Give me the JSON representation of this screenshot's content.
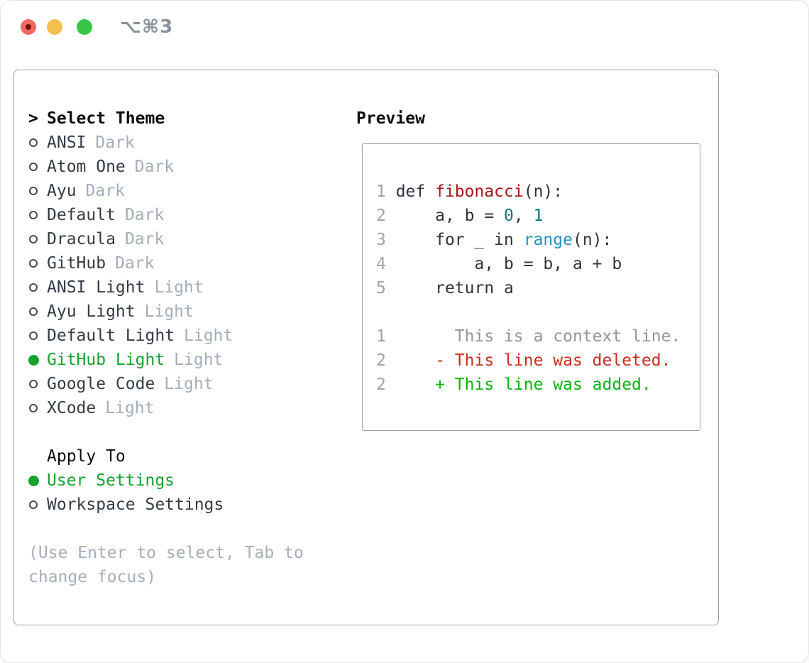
{
  "window": {
    "title": "⌥⌘3",
    "traffic_lights": {
      "close": "#ed6a5e",
      "minimize": "#f5bf4e",
      "zoom": "#38c546"
    }
  },
  "colors": {
    "accent_green": "#14a32c",
    "added_green": "#04b409",
    "deleted_red": "#cb2b1d",
    "function_red": "#a61616",
    "number_teal": "#13767c",
    "builtin_blue": "#2390c8",
    "muted_gray": "#a5adb9",
    "panel_border": "#9aa1ac"
  },
  "theme_panel": {
    "header": {
      "prefix": ">",
      "label": "Select Theme"
    },
    "themes": [
      {
        "name": "ANSI",
        "variant": "Dark",
        "selected": false
      },
      {
        "name": "Atom One",
        "variant": "Dark",
        "selected": false
      },
      {
        "name": "Ayu",
        "variant": "Dark",
        "selected": false
      },
      {
        "name": "Default",
        "variant": "Dark",
        "selected": false
      },
      {
        "name": "Dracula",
        "variant": "Dark",
        "selected": false
      },
      {
        "name": "GitHub",
        "variant": "Dark",
        "selected": false
      },
      {
        "name": "ANSI Light",
        "variant": "Light",
        "selected": false
      },
      {
        "name": "Ayu Light",
        "variant": "Light",
        "selected": false
      },
      {
        "name": "Default Light",
        "variant": "Light",
        "selected": false
      },
      {
        "name": "GitHub Light",
        "variant": "Light",
        "selected": true
      },
      {
        "name": "Google Code",
        "variant": "Light",
        "selected": false
      },
      {
        "name": "XCode",
        "variant": "Light",
        "selected": false
      }
    ],
    "apply_to": {
      "label": "Apply To",
      "options": [
        {
          "label": "User Settings",
          "selected": true
        },
        {
          "label": "Workspace Settings",
          "selected": false
        }
      ]
    },
    "hint_lines": [
      "(Use Enter to select, Tab to",
      "change focus)"
    ]
  },
  "preview": {
    "label": "Preview",
    "lines": [
      {
        "num": "1",
        "tokens": [
          {
            "t": "def ",
            "c": "plain"
          },
          {
            "t": "fibonacci",
            "c": "def"
          },
          {
            "t": "(n):",
            "c": "plain"
          }
        ]
      },
      {
        "num": "2",
        "tokens": [
          {
            "t": "    a, b = ",
            "c": "plain"
          },
          {
            "t": "0",
            "c": "num"
          },
          {
            "t": ", ",
            "c": "plain"
          },
          {
            "t": "1",
            "c": "num"
          }
        ]
      },
      {
        "num": "3",
        "tokens": [
          {
            "t": "    for _ in ",
            "c": "plain"
          },
          {
            "t": "range",
            "c": "bi"
          },
          {
            "t": "(n):",
            "c": "plain"
          }
        ]
      },
      {
        "num": "4",
        "tokens": [
          {
            "t": "        a, b = b, a + b",
            "c": "plain"
          }
        ]
      },
      {
        "num": "5",
        "tokens": [
          {
            "t": "    return a",
            "c": "plain"
          }
        ]
      },
      {
        "num": "",
        "tokens": []
      },
      {
        "num": "1",
        "tokens": [
          {
            "t": "      This is a context line.",
            "c": "ctx"
          }
        ]
      },
      {
        "num": "2",
        "tokens": [
          {
            "t": "    - This line was deleted.",
            "c": "del"
          }
        ]
      },
      {
        "num": "2",
        "tokens": [
          {
            "t": "    + This line was added.",
            "c": "add"
          }
        ]
      }
    ]
  }
}
